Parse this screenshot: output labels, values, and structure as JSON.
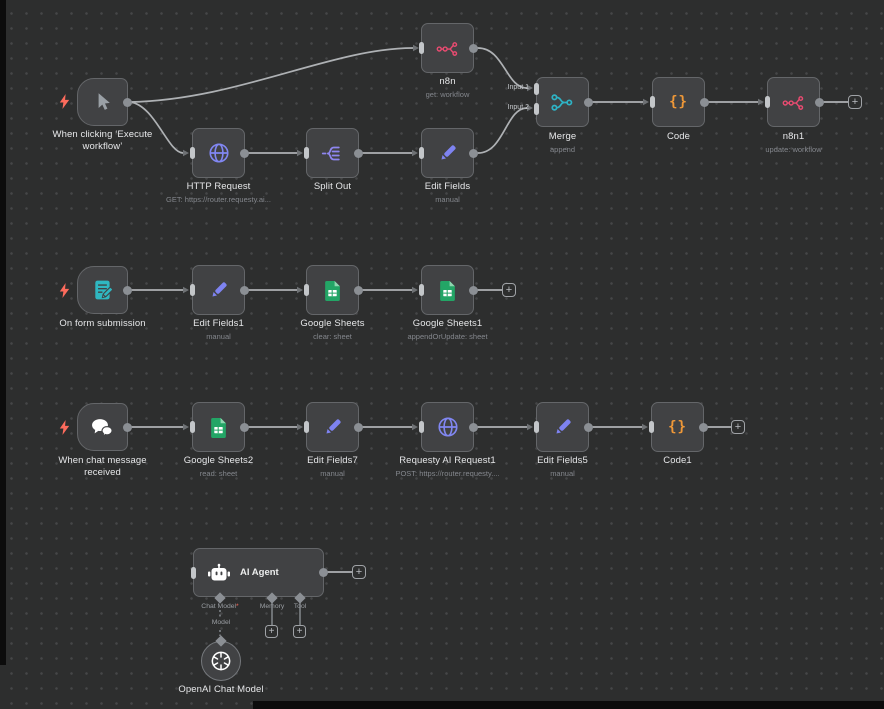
{
  "app": {
    "name": "n8n workflow canvas"
  },
  "colors": {
    "canvas_bg": "#2d2e2e",
    "grid_dot": "#454647",
    "node_bg": "#414244",
    "node_border": "#646669",
    "label": "#e6e7e9",
    "subtitle": "#84878d",
    "connection": "#aeb1b4",
    "handle": "#c3c6c9",
    "n8n_pink": "#ea4b71",
    "purple": "#8187f2",
    "teal": "#2eb3c5",
    "orange": "#ef9838",
    "sheets_green": "#23a566",
    "form_teal": "#2fb7c1",
    "bolt_red": "#fd6b5c",
    "white": "#ffffff"
  },
  "glyphs": {
    "plus": "+",
    "braces": "{}"
  },
  "nodes": [
    {
      "id": "when-clicking-execute-workflow",
      "type": "manual-trigger",
      "label": "When clicking ‘Execute workflow’"
    },
    {
      "id": "n8n",
      "type": "n8n-api",
      "label": "n8n",
      "subtitle": "get: workflow"
    },
    {
      "id": "http-request",
      "type": "http-request",
      "label": "HTTP Request",
      "subtitle": "GET: https://router.requesty.ai..."
    },
    {
      "id": "split-out",
      "type": "split-out",
      "label": "Split Out"
    },
    {
      "id": "edit-fields",
      "type": "set",
      "label": "Edit Fields",
      "subtitle": "manual"
    },
    {
      "id": "merge",
      "type": "merge",
      "label": "Merge",
      "subtitle": "append"
    },
    {
      "id": "code",
      "type": "code",
      "label": "Code"
    },
    {
      "id": "n8n1",
      "type": "n8n-api",
      "label": "n8n1",
      "subtitle": "update: workflow"
    },
    {
      "id": "on-form-submission",
      "type": "form-trigger",
      "label": "On form submission"
    },
    {
      "id": "edit-fields1",
      "type": "set",
      "label": "Edit Fields1",
      "subtitle": "manual"
    },
    {
      "id": "google-sheets",
      "type": "google-sheets",
      "label": "Google Sheets",
      "subtitle": "clear: sheet"
    },
    {
      "id": "google-sheets1",
      "type": "google-sheets",
      "label": "Google Sheets1",
      "subtitle": "appendOrUpdate: sheet"
    },
    {
      "id": "when-chat-message-received",
      "type": "chat-trigger",
      "label": "When chat message received"
    },
    {
      "id": "google-sheets2",
      "type": "google-sheets",
      "label": "Google Sheets2",
      "subtitle": "read: sheet"
    },
    {
      "id": "edit-fields7",
      "type": "set",
      "label": "Edit Fields7",
      "subtitle": "manual"
    },
    {
      "id": "requesty-ai-request1",
      "type": "http-request",
      "label": "Requesty AI Request1",
      "subtitle": "POST: https://router.requesty...."
    },
    {
      "id": "edit-fields5",
      "type": "set",
      "label": "Edit Fields5",
      "subtitle": "manual"
    },
    {
      "id": "code1",
      "type": "code",
      "label": "Code1"
    },
    {
      "id": "ai-agent",
      "type": "agent",
      "label": "AI Agent"
    },
    {
      "id": "openai-chat-model",
      "type": "lm-chat-openai",
      "label": "OpenAI Chat Model"
    }
  ],
  "merge_inputs": [
    "Input 1",
    "Input 2"
  ],
  "agent_ports": {
    "chat_model_label": "Chat Model",
    "required_marker": "*",
    "memory_label": "Memory",
    "tool_label": "Tool",
    "model_link_label": "Model"
  }
}
